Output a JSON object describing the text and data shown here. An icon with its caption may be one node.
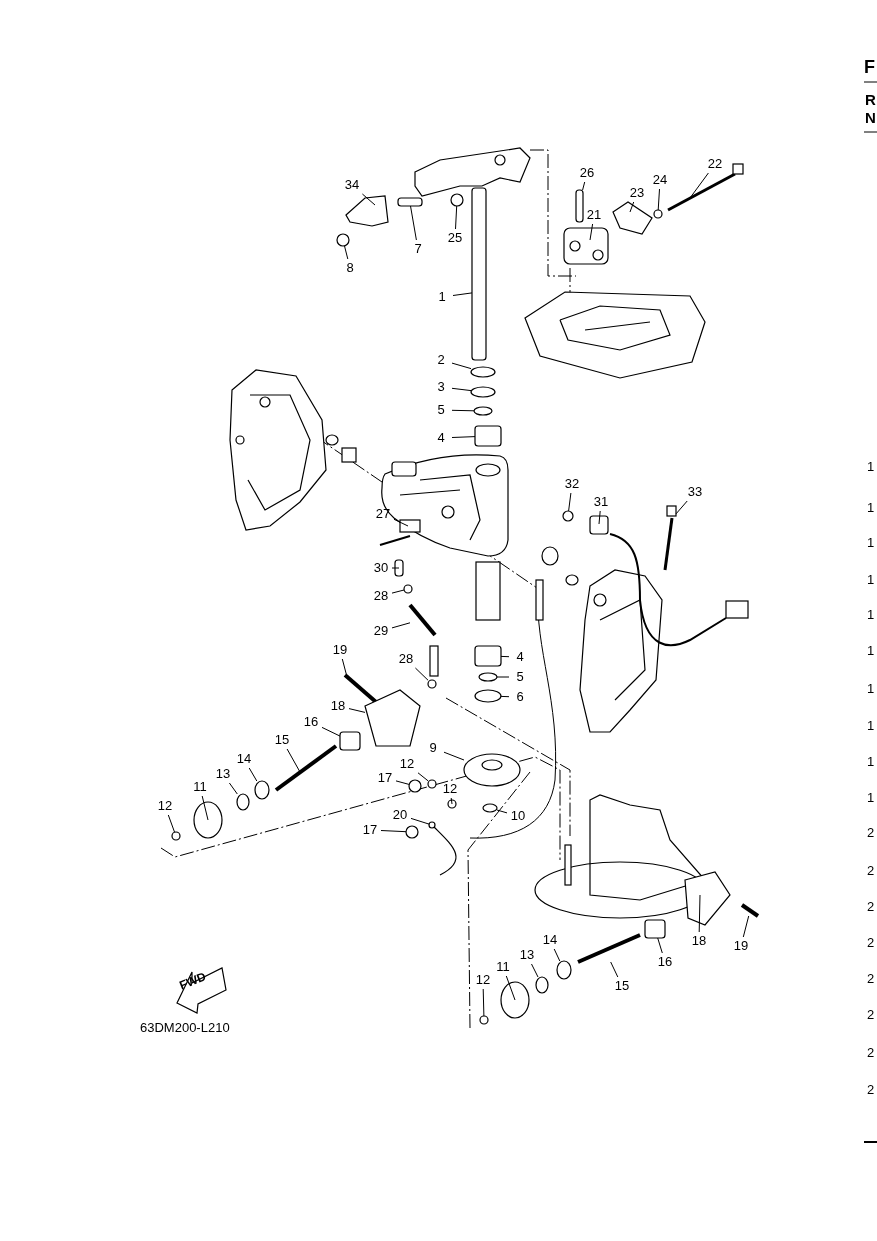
{
  "diagram": {
    "nodes": [
      {
        "text": [
          "22"
        ]
      },
      {
        "text": [
          "26"
        ]
      },
      {
        "text": [
          "24"
        ]
      },
      {
        "text": [
          "34"
        ]
      },
      {
        "text": [
          "23"
        ]
      },
      {
        "text": [
          "21"
        ]
      },
      {
        "text": [
          "25"
        ]
      },
      {
        "text": [
          "7"
        ]
      },
      {
        "text": [
          "8"
        ]
      },
      {
        "text": [
          "1"
        ]
      },
      {
        "text": [
          "2"
        ]
      },
      {
        "text": [
          "3"
        ]
      },
      {
        "text": [
          "5"
        ]
      },
      {
        "text": [
          "4"
        ]
      },
      {
        "text": [
          "32"
        ]
      },
      {
        "text": [
          "33"
        ]
      },
      {
        "text": [
          "31"
        ]
      },
      {
        "text": [
          "27"
        ]
      },
      {
        "text": [
          "30"
        ]
      },
      {
        "text": [
          "28"
        ]
      },
      {
        "text": [
          "29"
        ]
      },
      {
        "text": [
          "19"
        ]
      },
      {
        "text": [
          "4"
        ]
      },
      {
        "text": [
          "28"
        ]
      },
      {
        "text": [
          "5"
        ]
      },
      {
        "text": [
          "6"
        ]
      },
      {
        "text": [
          "18"
        ]
      },
      {
        "text": [
          "16"
        ]
      },
      {
        "text": [
          "15"
        ]
      },
      {
        "text": [
          "9"
        ]
      },
      {
        "text": [
          "14"
        ]
      },
      {
        "text": [
          "12"
        ]
      },
      {
        "text": [
          "13"
        ]
      },
      {
        "text": [
          "17"
        ]
      },
      {
        "text": [
          "11"
        ]
      },
      {
        "text": [
          "12"
        ]
      },
      {
        "text": [
          "12"
        ]
      },
      {
        "text": [
          "20"
        ]
      },
      {
        "text": [
          "10"
        ]
      },
      {
        "text": [
          "17"
        ]
      },
      {
        "text": [
          "14"
        ]
      },
      {
        "text": [
          "18"
        ]
      },
      {
        "text": [
          "19"
        ]
      },
      {
        "text": [
          "13"
        ]
      },
      {
        "text": [
          "16"
        ]
      },
      {
        "text": [
          "11"
        ]
      },
      {
        "text": [
          "12"
        ]
      },
      {
        "text": [
          "15"
        ]
      },
      {
        "text": [],
        "shape": "picture"
      },
      {
        "text": [],
        "shape": "box"
      },
      {
        "text": [],
        "shape": "circle"
      },
      {
        "text": [],
        "shape": "polygon"
      },
      {
        "text": [],
        "shape": "polygon"
      },
      {
        "text": [],
        "shape": "picture"
      },
      {
        "text": [],
        "shape": "circle"
      },
      {
        "text": [],
        "shape": "box"
      },
      {
        "text": [],
        "shape": "circle"
      },
      {
        "text": [],
        "shape": "box"
      },
      {
        "text": [],
        "shape": "circle"
      },
      {
        "text": [],
        "shape": "circle"
      },
      {
        "text": [],
        "shape": "circle"
      },
      {
        "text": [],
        "shape": "box"
      },
      {
        "text": [],
        "shape": "circle"
      },
      {
        "text": [],
        "shape": "picture"
      },
      {
        "text": [],
        "shape": "box"
      },
      {
        "text": [],
        "shape": "picture"
      },
      {
        "text": [],
        "shape": "box"
      },
      {
        "text": [],
        "shape": "circle"
      },
      {
        "text": [],
        "shape": "bar"
      },
      {
        "text": [],
        "shape": "bar"
      },
      {
        "text": [],
        "shape": "box"
      },
      {
        "text": [],
        "shape": "circle"
      },
      {
        "text": [],
        "shape": "circle"
      },
      {
        "text": [],
        "shape": "circle"
      },
      {
        "text": [],
        "shape": "polygon"
      },
      {
        "text": [],
        "shape": "box"
      },
      {
        "text": [],
        "shape": "bar"
      },
      {
        "text": [],
        "shape": "picture"
      },
      {
        "text": [],
        "shape": "circle"
      },
      {
        "text": [],
        "shape": "circle"
      },
      {
        "text": [],
        "shape": "circle"
      },
      {
        "text": [],
        "shape": "circle"
      },
      {
        "text": [],
        "shape": "circle"
      },
      {
        "text": [],
        "shape": "circle"
      },
      {
        "text": [],
        "shape": "circle"
      },
      {
        "text": [],
        "shape": "picture"
      },
      {
        "text": [],
        "shape": "circle"
      },
      {
        "text": [],
        "shape": "circle"
      },
      {
        "text": [],
        "shape": "circle"
      },
      {
        "text": [],
        "shape": "polygon"
      },
      {
        "text": [],
        "shape": "bar"
      },
      {
        "text": [],
        "shape": "circle"
      },
      {
        "text": [],
        "shape": "box"
      },
      {
        "text": [],
        "shape": "circle"
      },
      {
        "text": [],
        "shape": "circle"
      },
      {
        "text": [],
        "shape": "bar"
      }
    ],
    "edges": [
      {
        "from": 0,
        "to": 48,
        "arrow": "none"
      },
      {
        "from": 1,
        "to": 49,
        "arrow": "none"
      },
      {
        "from": 2,
        "to": 50,
        "arrow": "none"
      },
      {
        "from": 3,
        "to": 51,
        "arrow": "none"
      },
      {
        "from": 4,
        "to": 52,
        "arrow": "none"
      },
      {
        "from": 5,
        "to": 53,
        "arrow": "none"
      },
      {
        "from": 6,
        "to": 54,
        "arrow": "none"
      },
      {
        "from": 7,
        "to": 55,
        "arrow": "none"
      },
      {
        "from": 8,
        "to": 56,
        "arrow": "none"
      },
      {
        "from": 9,
        "to": 57,
        "arrow": "none"
      },
      {
        "from": 10,
        "to": 58,
        "arrow": "none"
      },
      {
        "from": 11,
        "to": 59,
        "arrow": "none"
      },
      {
        "from": 12,
        "to": 60,
        "arrow": "none"
      },
      {
        "from": 13,
        "to": 61,
        "arrow": "none"
      },
      {
        "from": 14,
        "to": 62,
        "arrow": "none"
      },
      {
        "from": 15,
        "to": 63,
        "arrow": "none"
      },
      {
        "from": 16,
        "to": 64,
        "arrow": "none"
      },
      {
        "from": 17,
        "to": 65,
        "arrow": "none"
      },
      {
        "from": 18,
        "to": 66,
        "arrow": "none"
      },
      {
        "from": 19,
        "to": 67,
        "arrow": "none"
      },
      {
        "from": 20,
        "to": 68,
        "arrow": "none"
      },
      {
        "from": 21,
        "to": 69,
        "arrow": "none"
      },
      {
        "from": 22,
        "to": 70,
        "arrow": "none"
      },
      {
        "from": 23,
        "to": 71,
        "arrow": "none"
      },
      {
        "from": 24,
        "to": 72,
        "arrow": "none"
      },
      {
        "from": 25,
        "to": 73,
        "arrow": "none"
      },
      {
        "from": 26,
        "to": 74,
        "arrow": "none"
      },
      {
        "from": 27,
        "to": 75,
        "arrow": "none"
      },
      {
        "from": 28,
        "to": 76,
        "arrow": "none"
      },
      {
        "from": 29,
        "to": 77,
        "arrow": "none"
      },
      {
        "from": 30,
        "to": 78,
        "arrow": "none"
      },
      {
        "from": 31,
        "to": 79,
        "arrow": "none"
      },
      {
        "from": 32,
        "to": 80,
        "arrow": "none"
      },
      {
        "from": 33,
        "to": 81,
        "arrow": "none"
      },
      {
        "from": 34,
        "to": 82,
        "arrow": "none"
      },
      {
        "from": 35,
        "to": 83,
        "arrow": "none"
      },
      {
        "from": 36,
        "to": 84,
        "arrow": "none"
      },
      {
        "from": 37,
        "to": 85,
        "arrow": "none"
      },
      {
        "from": 38,
        "to": 86,
        "arrow": "none"
      },
      {
        "from": 39,
        "to": 87,
        "arrow": "none"
      },
      {
        "from": 40,
        "to": 88,
        "arrow": "none"
      },
      {
        "from": 41,
        "to": 89,
        "arrow": "none"
      },
      {
        "from": 42,
        "to": 90,
        "arrow": "none"
      },
      {
        "from": 43,
        "to": 91,
        "arrow": "none"
      },
      {
        "from": 44,
        "to": 92,
        "arrow": "none"
      },
      {
        "from": 45,
        "to": 93,
        "arrow": "none"
      },
      {
        "from": 46,
        "to": 94,
        "arrow": "none"
      },
      {
        "from": 47,
        "to": 95,
        "arrow": "none"
      }
    ],
    "labels": [
      "F",
      "R",
      "N",
      "1",
      "1",
      "1",
      "1",
      "1",
      "1",
      "1",
      "1",
      "1",
      "1",
      "2",
      "2",
      "2",
      "2",
      "2",
      "2",
      "2",
      "2",
      "FWD",
      "63DM200-L210"
    ]
  }
}
